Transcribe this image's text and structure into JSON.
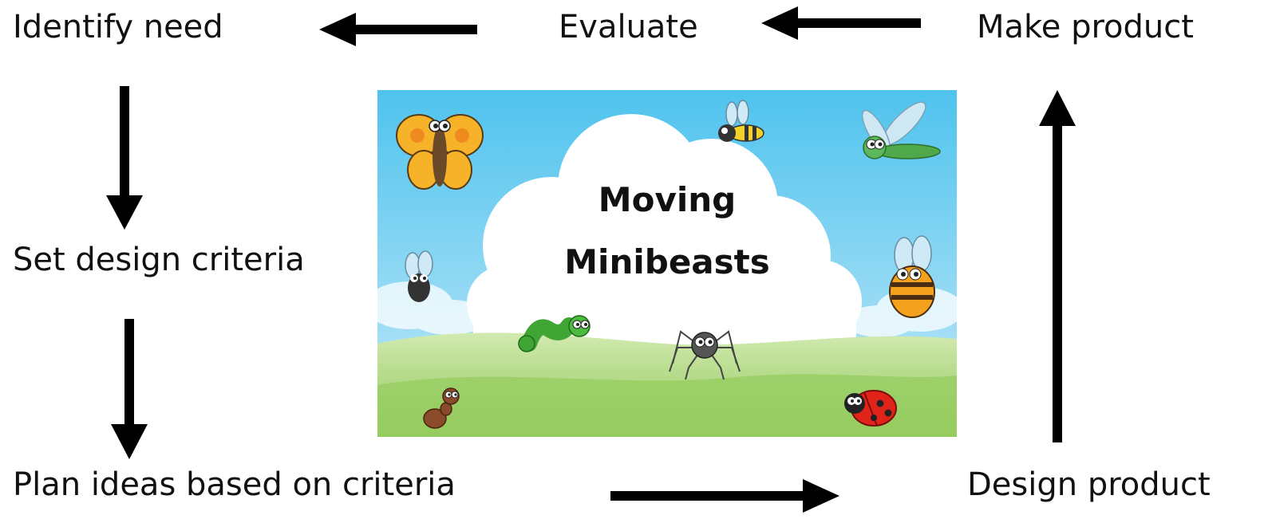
{
  "steps": {
    "identify_need": "Identify need",
    "evaluate": "Evaluate",
    "make_product": "Make product",
    "set_design_criteria": "Set design criteria",
    "plan_ideas": "Plan ideas based on criteria",
    "design_product": "Design product"
  },
  "picture": {
    "title_line1": "Moving",
    "title_line2": "Minibeasts"
  },
  "colors": {
    "sky_top": "#4fc3ee",
    "sky_bottom": "#bfe7f7",
    "grass_light": "#cde8a0",
    "grass_dark": "#8cc657",
    "arrow": "#000000"
  },
  "icons": [
    "butterfly-icon",
    "bee-icon",
    "dragonfly-icon",
    "fly-icon",
    "caterpillar-icon",
    "spider-icon",
    "ant-icon",
    "ladybird-icon"
  ]
}
